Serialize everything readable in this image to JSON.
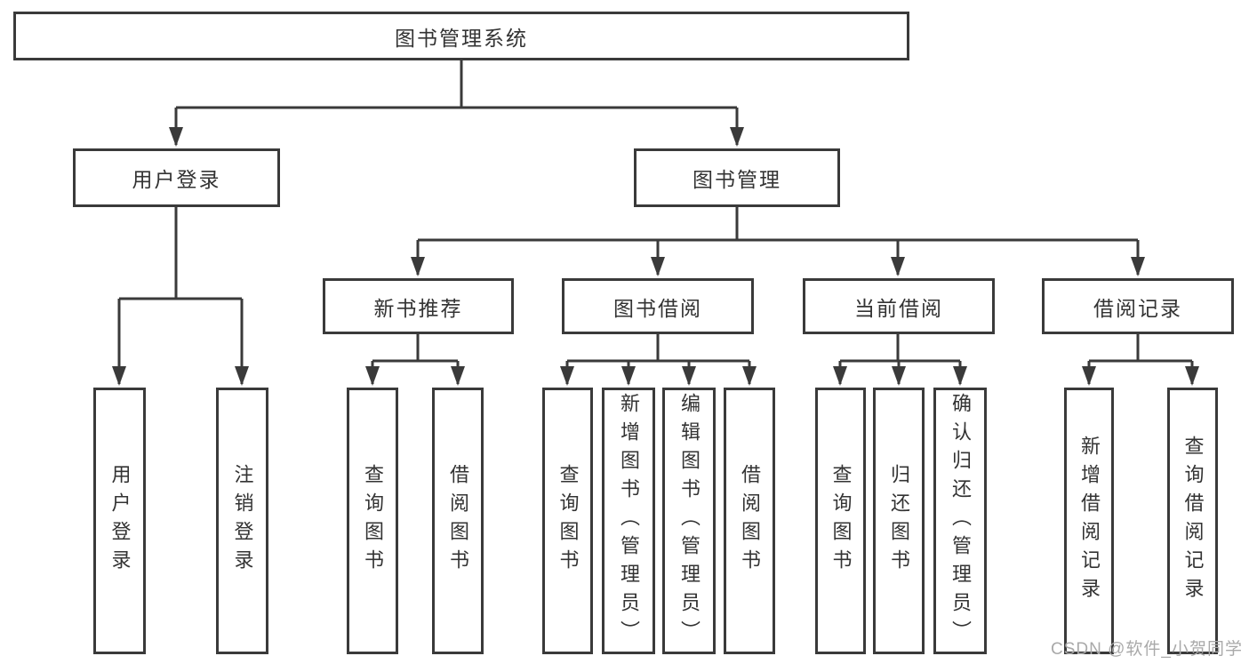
{
  "diagram": {
    "root": {
      "label": "图书管理系统"
    },
    "level2": [
      {
        "label": "用户登录"
      },
      {
        "label": "图书管理"
      }
    ],
    "level3": [
      {
        "label": "新书推荐"
      },
      {
        "label": "图书借阅"
      },
      {
        "label": "当前借阅"
      },
      {
        "label": "借阅记录"
      }
    ],
    "leaves": {
      "user_login": [
        {
          "label": "用户登录"
        },
        {
          "label": "注销登录"
        }
      ],
      "new_book": [
        {
          "label": "查询图书"
        },
        {
          "label": "借阅图书"
        }
      ],
      "book_borrow": [
        {
          "label": "查询图书"
        },
        {
          "label": "新增图书（管理员）"
        },
        {
          "label": "编辑图书（管理员）"
        },
        {
          "label": "借阅图书"
        }
      ],
      "current_borrow": [
        {
          "label": "查询图书"
        },
        {
          "label": "归还图书"
        },
        {
          "label": "确认归还（管理员）"
        }
      ],
      "borrow_records": [
        {
          "label": "新增借阅记录"
        },
        {
          "label": "查询借阅记录"
        }
      ]
    }
  },
  "watermark": {
    "text": "CSDN @软件_小贺同学"
  },
  "colors": {
    "line": "#3a3a3a",
    "text": "#333333",
    "watermark": "#a9a9a9",
    "bg": "#ffffff"
  }
}
